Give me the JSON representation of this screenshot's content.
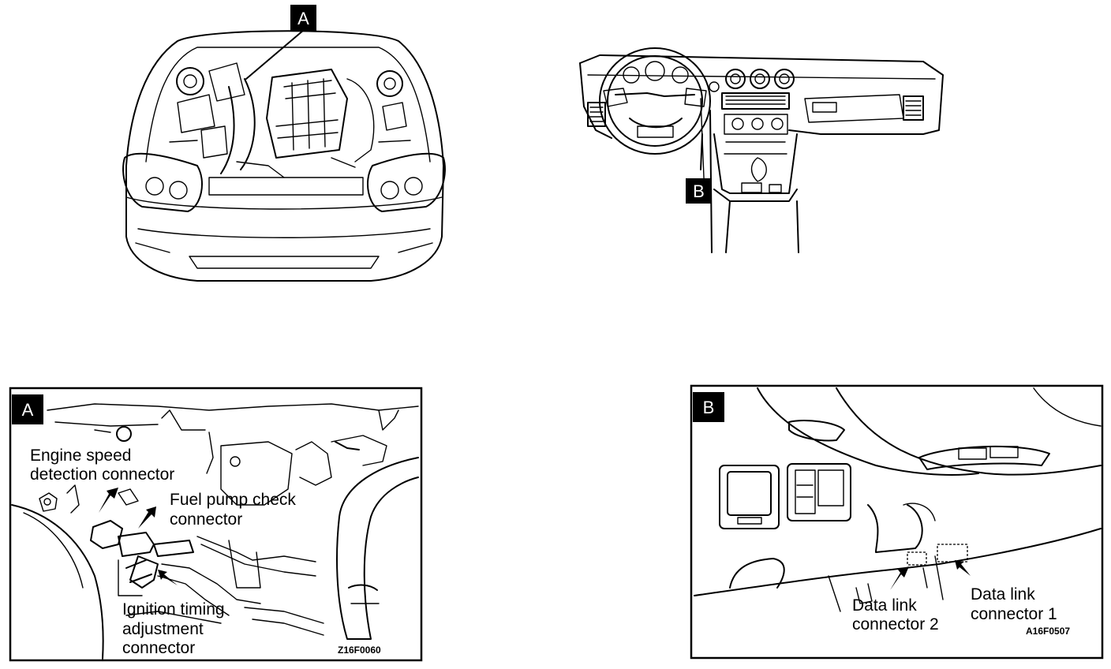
{
  "callouts": {
    "a": "A",
    "b": "B"
  },
  "panel_a": {
    "badge": "A",
    "engine_speed_line1": "Engine speed",
    "engine_speed_line2": "detection connector",
    "fuel_pump_line1": "Fuel pump check",
    "fuel_pump_line2": "connector",
    "ignition_line1": "Ignition timing",
    "ignition_line2": "adjustment",
    "ignition_line3": "connector",
    "figure_code": "Z16F0060"
  },
  "panel_b": {
    "badge": "B",
    "dlc2_line1": "Data link",
    "dlc2_line2": "connector 2",
    "dlc1_line1": "Data link",
    "dlc1_line2": "connector 1",
    "figure_code": "A16F0507"
  }
}
